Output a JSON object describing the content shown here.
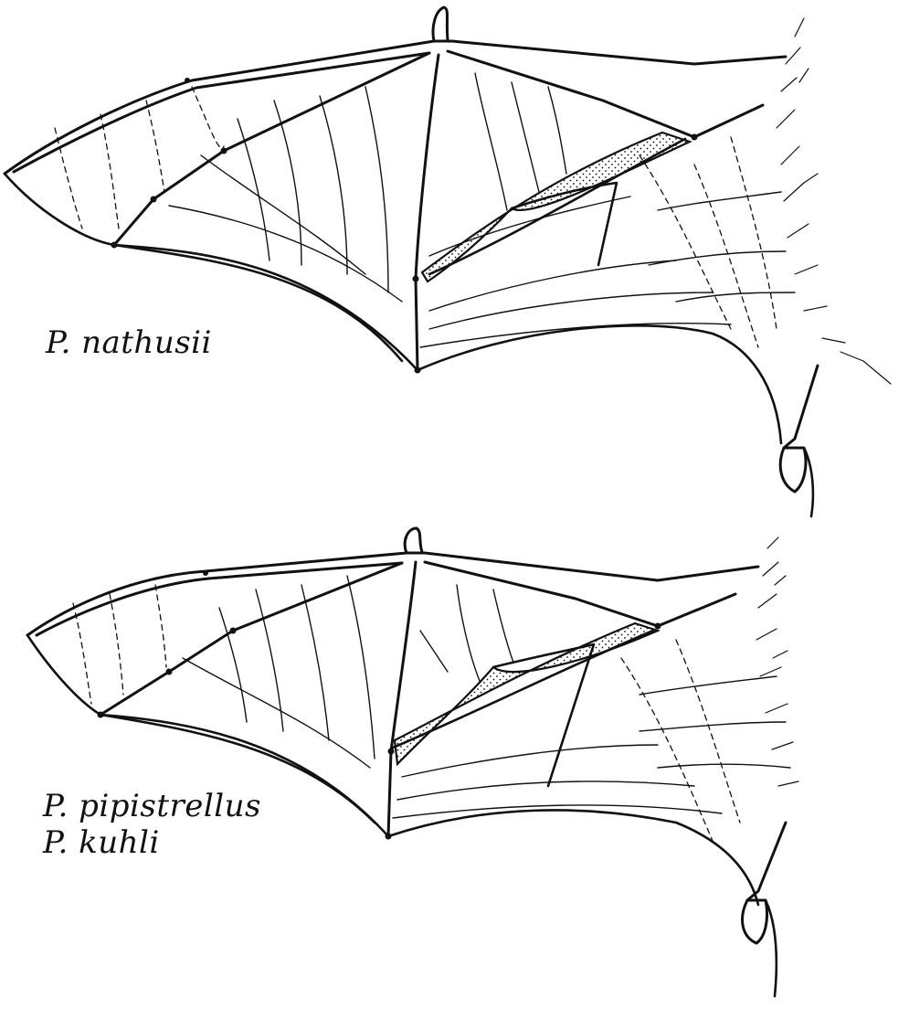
{
  "figure": {
    "panels": [
      {
        "species_label": "P. nathusii"
      },
      {
        "species_labels": [
          "P. pipistrellus",
          "P. kuhli"
        ]
      }
    ],
    "stipple_color": "#111111",
    "ink_color": "#111111",
    "background": "#ffffff"
  }
}
